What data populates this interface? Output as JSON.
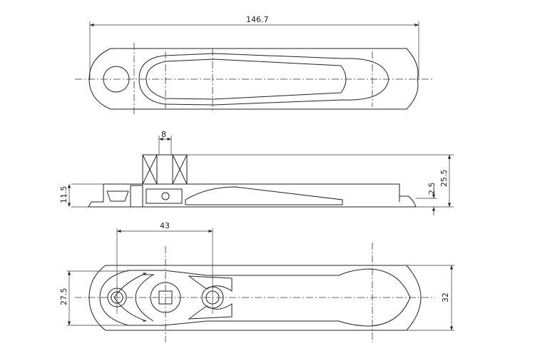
{
  "drawing": {
    "top_view": {
      "overall_length": "146.7"
    },
    "side_view": {
      "spindle_width": "8",
      "base_height": "11.5",
      "total_height": "25.5",
      "tip_height": "2.5"
    },
    "bottom_view": {
      "hole_spacing": "43",
      "inner_width": "27.5",
      "overall_width": "32"
    }
  }
}
